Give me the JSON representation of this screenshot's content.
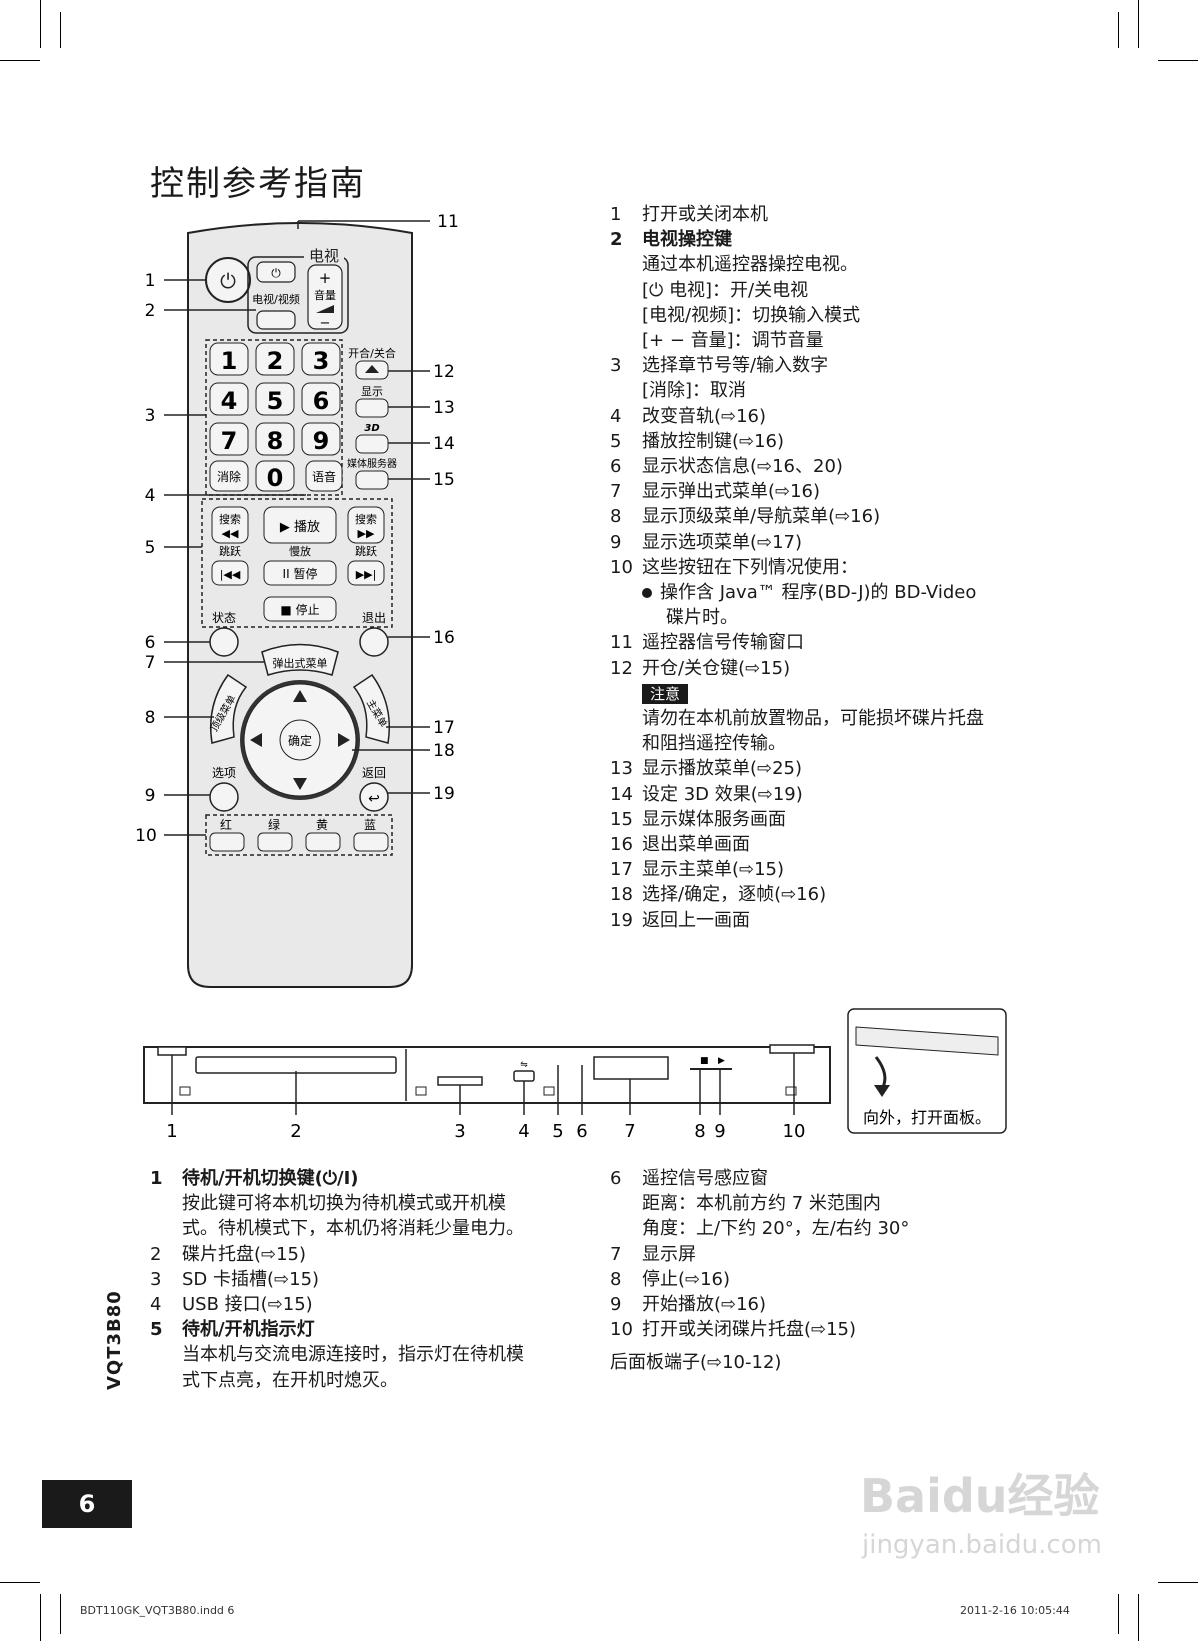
{
  "page_title": "控制参考指南",
  "remote_labels": {
    "tv": "电视",
    "tv_video": "电视/视频",
    "plus": "+",
    "volume": "音量",
    "minus": "−",
    "keys": [
      "1",
      "2",
      "3",
      "4",
      "5",
      "6",
      "7",
      "8",
      "9",
      "0"
    ],
    "clear": "消除",
    "audio": "语音",
    "open_close": "开合/关合",
    "display": "显示",
    "three_d": "3D",
    "media_server": "媒体服务器",
    "search_rew": "搜索",
    "search_ff": "搜索",
    "play": "▶ 播放",
    "skip_left": "跳跃",
    "slow": "慢放",
    "skip_right": "跳跃",
    "pause": "II 暂停",
    "stop": "■ 停止",
    "status": "状态",
    "exit": "退出",
    "popup_menu": "弹出式菜单",
    "top_menu": "顶级菜单",
    "main_menu": "主菜单",
    "ok": "确定",
    "option": "选项",
    "return": "返回",
    "red": "红",
    "green": "绿",
    "yellow": "黄",
    "blue": "蓝"
  },
  "remote_callouts": [
    "1",
    "2",
    "3",
    "4",
    "5",
    "6",
    "7",
    "8",
    "9",
    "10",
    "11",
    "12",
    "13",
    "14",
    "15",
    "16",
    "17",
    "18",
    "19"
  ],
  "remote_items": [
    {
      "n": "1",
      "t": "打开或关闭本机"
    },
    {
      "n": "2",
      "t": "电视操控键",
      "bold": true
    },
    {
      "n": "",
      "t": "通过本机遥控器操控电视。"
    },
    {
      "n": "",
      "t": "[⏻ 电视]：开/关电视"
    },
    {
      "n": "",
      "t": "[电视/视频]：切换输入模式"
    },
    {
      "n": "",
      "t": "[+ − 音量]：调节音量"
    },
    {
      "n": "3",
      "t": "选择章节号等/输入数字"
    },
    {
      "n": "",
      "t": "[消除]：取消"
    },
    {
      "n": "4",
      "t": "改变音轨(⇨16)"
    },
    {
      "n": "5",
      "t": "播放控制键(⇨16)"
    },
    {
      "n": "6",
      "t": "显示状态信息(⇨16、20)"
    },
    {
      "n": "7",
      "t": "显示弹出式菜单(⇨16)"
    },
    {
      "n": "8",
      "t": "显示顶级菜单/导航菜单(⇨16)"
    },
    {
      "n": "9",
      "t": "显示选项菜单(⇨17)"
    },
    {
      "n": "10",
      "t": "这些按钮在下列情况使用："
    }
  ],
  "bullet_line1": "操作含 Java™ 程序(BD-J)的 BD-Video",
  "bullet_line2": "碟片时。",
  "remote_items_b": [
    {
      "n": "11",
      "t": "遥控器信号传输窗口"
    },
    {
      "n": "12",
      "t": "开仓/关仓键(⇨15)"
    }
  ],
  "note_badge": "注意",
  "note_line1": "请勿在本机前放置物品，可能损坏碟片托盘",
  "note_line2": "和阻挡遥控传输。",
  "remote_items_c": [
    {
      "n": "13",
      "t": "显示播放菜单(⇨25)"
    },
    {
      "n": "14",
      "t": "设定 3D 效果(⇨19)"
    },
    {
      "n": "15",
      "t": "显示媒体服务画面"
    },
    {
      "n": "16",
      "t": "退出菜单画面"
    },
    {
      "n": "17",
      "t": "显示主菜单(⇨15)"
    },
    {
      "n": "18",
      "t": "选择/确定，逐帧(⇨16)"
    },
    {
      "n": "19",
      "t": "返回上一画面"
    }
  ],
  "player_callouts": [
    "1",
    "2",
    "3",
    "4",
    "5",
    "6",
    "7",
    "8",
    "9",
    "10"
  ],
  "panel_caption": "向外，打开面板。",
  "player_items_left": [
    {
      "n": "1",
      "t": "待机/开机切换键(⏻/I)"
    },
    {
      "n": "",
      "t": "按此键可将本机切换为待机模式或开机模"
    },
    {
      "n": "",
      "t": "式。待机模式下，本机仍将消耗少量电力。"
    },
    {
      "n": "2",
      "t": "碟片托盘(⇨15)"
    },
    {
      "n": "3",
      "t": "SD 卡插槽(⇨15)"
    },
    {
      "n": "4",
      "t": "USB 接口(⇨15)"
    },
    {
      "n": "5",
      "t": "待机/开机指示灯"
    },
    {
      "n": "",
      "t": "当本机与交流电源连接时，指示灯在待机模"
    },
    {
      "n": "",
      "t": "式下点亮，在开机时熄灭。"
    }
  ],
  "player_items_right": [
    {
      "n": "6",
      "t": "遥控信号感应窗"
    },
    {
      "n": "",
      "t": "距离：本机前方约 7 米范围内"
    },
    {
      "n": "",
      "t": "角度：上/下约 20°，左/右约 30°"
    },
    {
      "n": "7",
      "t": "显示屏"
    },
    {
      "n": "8",
      "t": "停止(⇨16)"
    },
    {
      "n": "9",
      "t": "开始播放(⇨16)"
    },
    {
      "n": "10",
      "t": "打开或关闭碟片托盘(⇨15)"
    }
  ],
  "rear_panel": "后面板端子(⇨10-12)",
  "page_number": "6",
  "doc_code": "VQT3B80",
  "footer_left": "BDT110GK_VQT3B80.indd   6",
  "footer_right": "2011-2-16   10:05:44",
  "watermark": "Baidu经验",
  "watermark_url": "jingyan.baidu.com",
  "colors": {
    "ink": "#1a1a1a",
    "remote_body": "#e9e9e9",
    "button": "#f4f4f4"
  }
}
